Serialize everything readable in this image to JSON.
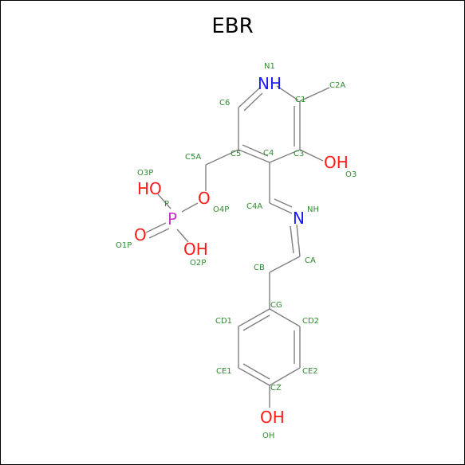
{
  "title": "EBR",
  "colors": {
    "label": "#2e8b2e",
    "bond": "#808080",
    "nitrogen": "#1a1aff",
    "oxygen": "#ff1a1a",
    "phosphorus": "#cc33cc"
  },
  "atom_labels": {
    "n1": "N1",
    "c1": "C1",
    "c2a": "C2A",
    "c6": "C6",
    "c5": "C5",
    "c4": "C4",
    "c3": "C3",
    "o3": "O3",
    "c5a": "C5A",
    "o3p": "O3P",
    "p": "P",
    "o4p": "O4P",
    "c4a": "C4A",
    "nh": "NH",
    "o1p": "O1P",
    "o2p": "O2P",
    "cb": "CB",
    "ca": "CA",
    "cg": "CG",
    "cd1": "CD1",
    "cd2": "CD2",
    "ce1": "CE1",
    "ce2": "CE2",
    "cz": "CZ",
    "oh": "OH"
  },
  "element_symbols": {
    "nh_ring": "NH",
    "oh_ring": "OH",
    "n_imine": "N",
    "o_ester": "O",
    "ho_phos": "HO",
    "p_atom": "P",
    "o_double": "O",
    "oh_phos": "OH",
    "oh_phenol": "OH"
  }
}
